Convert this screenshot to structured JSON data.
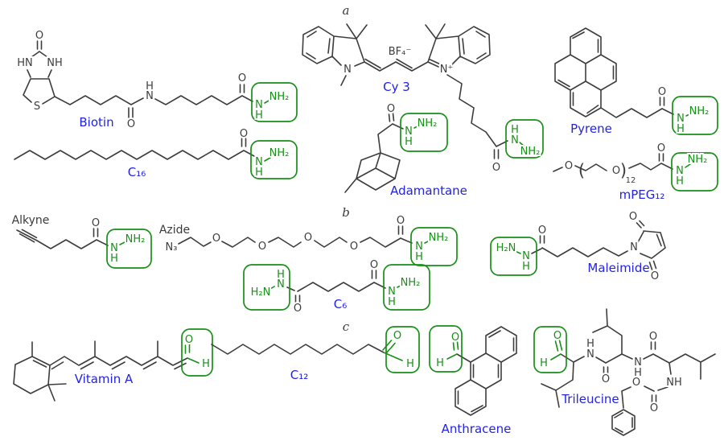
{
  "panel_labels": {
    "a": "a",
    "b": "b",
    "c": "c"
  },
  "atoms": {
    "O": "O",
    "N": "N",
    "H": "H",
    "S": "S",
    "HN": "HN",
    "NH": "NH",
    "NH2": "NH₂",
    "H2N": "H₂N",
    "N_plus": "N⁺",
    "N3": "N₃",
    "BF4": "BF₄⁻",
    "lparen": "(",
    "rparen": ")",
    "sub12": "12"
  },
  "molecules": {
    "biotin": {
      "label": "Biotin"
    },
    "c16": {
      "label": "C₁₆"
    },
    "cy3": {
      "label": "Cy 3"
    },
    "pyrene": {
      "label": "Pyrene"
    },
    "adamantane": {
      "label": "Adamantane"
    },
    "mpeg12": {
      "label": "mPEG₁₂"
    },
    "alkyne": {
      "label": "Alkyne"
    },
    "azide": {
      "label": "Azide"
    },
    "c6": {
      "label": "C₆"
    },
    "maleimide": {
      "label": "Maleimide"
    },
    "vitamin_a": {
      "label": "Vitamin A"
    },
    "c12": {
      "label": "C₁₂"
    },
    "anthracene": {
      "label": "Anthracene"
    },
    "trileucine": {
      "label": "Trileucine"
    }
  },
  "colors": {
    "structure": "#3d3d3d",
    "label_blue": "#2323e6",
    "reactive_green": "#188f18",
    "plain_label": "#3a3a3a",
    "background": "#ffffff"
  }
}
